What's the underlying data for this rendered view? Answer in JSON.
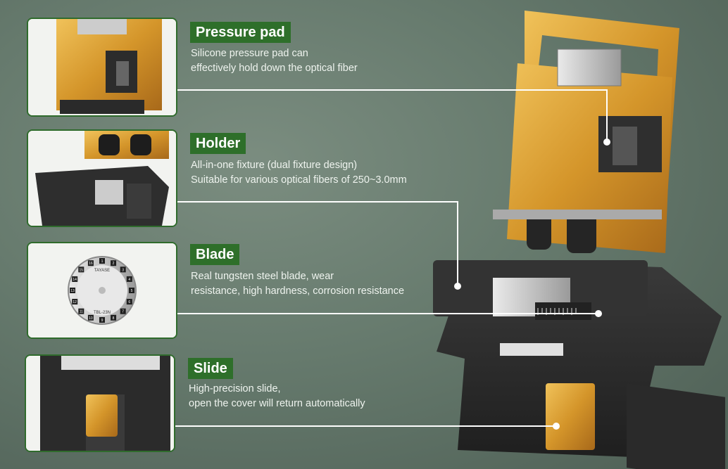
{
  "features": [
    {
      "title": "Pressure pad",
      "desc": [
        "Silicone pressure pad can",
        "effectively hold down the optical fiber"
      ],
      "icon": "pressure-pad-closeup"
    },
    {
      "title": "Holder",
      "desc": [
        "All-in-one fixture (dual fixture design)",
        "Suitable for various optical fibers of 250~3.0mm"
      ],
      "icon": "holder-closeup"
    },
    {
      "title": "Blade",
      "desc": [
        "Real tungsten steel blade, wear",
        "resistance, high hardness, corrosion resistance"
      ],
      "icon": "blade-disc"
    },
    {
      "title": "Slide",
      "desc": [
        "High-precision slide,",
        "open the cover will return automatically"
      ],
      "icon": "slide-closeup"
    }
  ],
  "blade_disc": {
    "brand": "TAYASE",
    "model": "TBL-23N",
    "numbers": [
      "1",
      "2",
      "3",
      "4",
      "5",
      "6",
      "7",
      "8",
      "9",
      "10",
      "11",
      "12",
      "13",
      "14",
      "15",
      "16"
    ]
  },
  "colors": {
    "background": "#667a6d",
    "title_bg": "#2e6f2a",
    "gold": "#d69a2a",
    "body_dark": "#2b2b2b"
  }
}
